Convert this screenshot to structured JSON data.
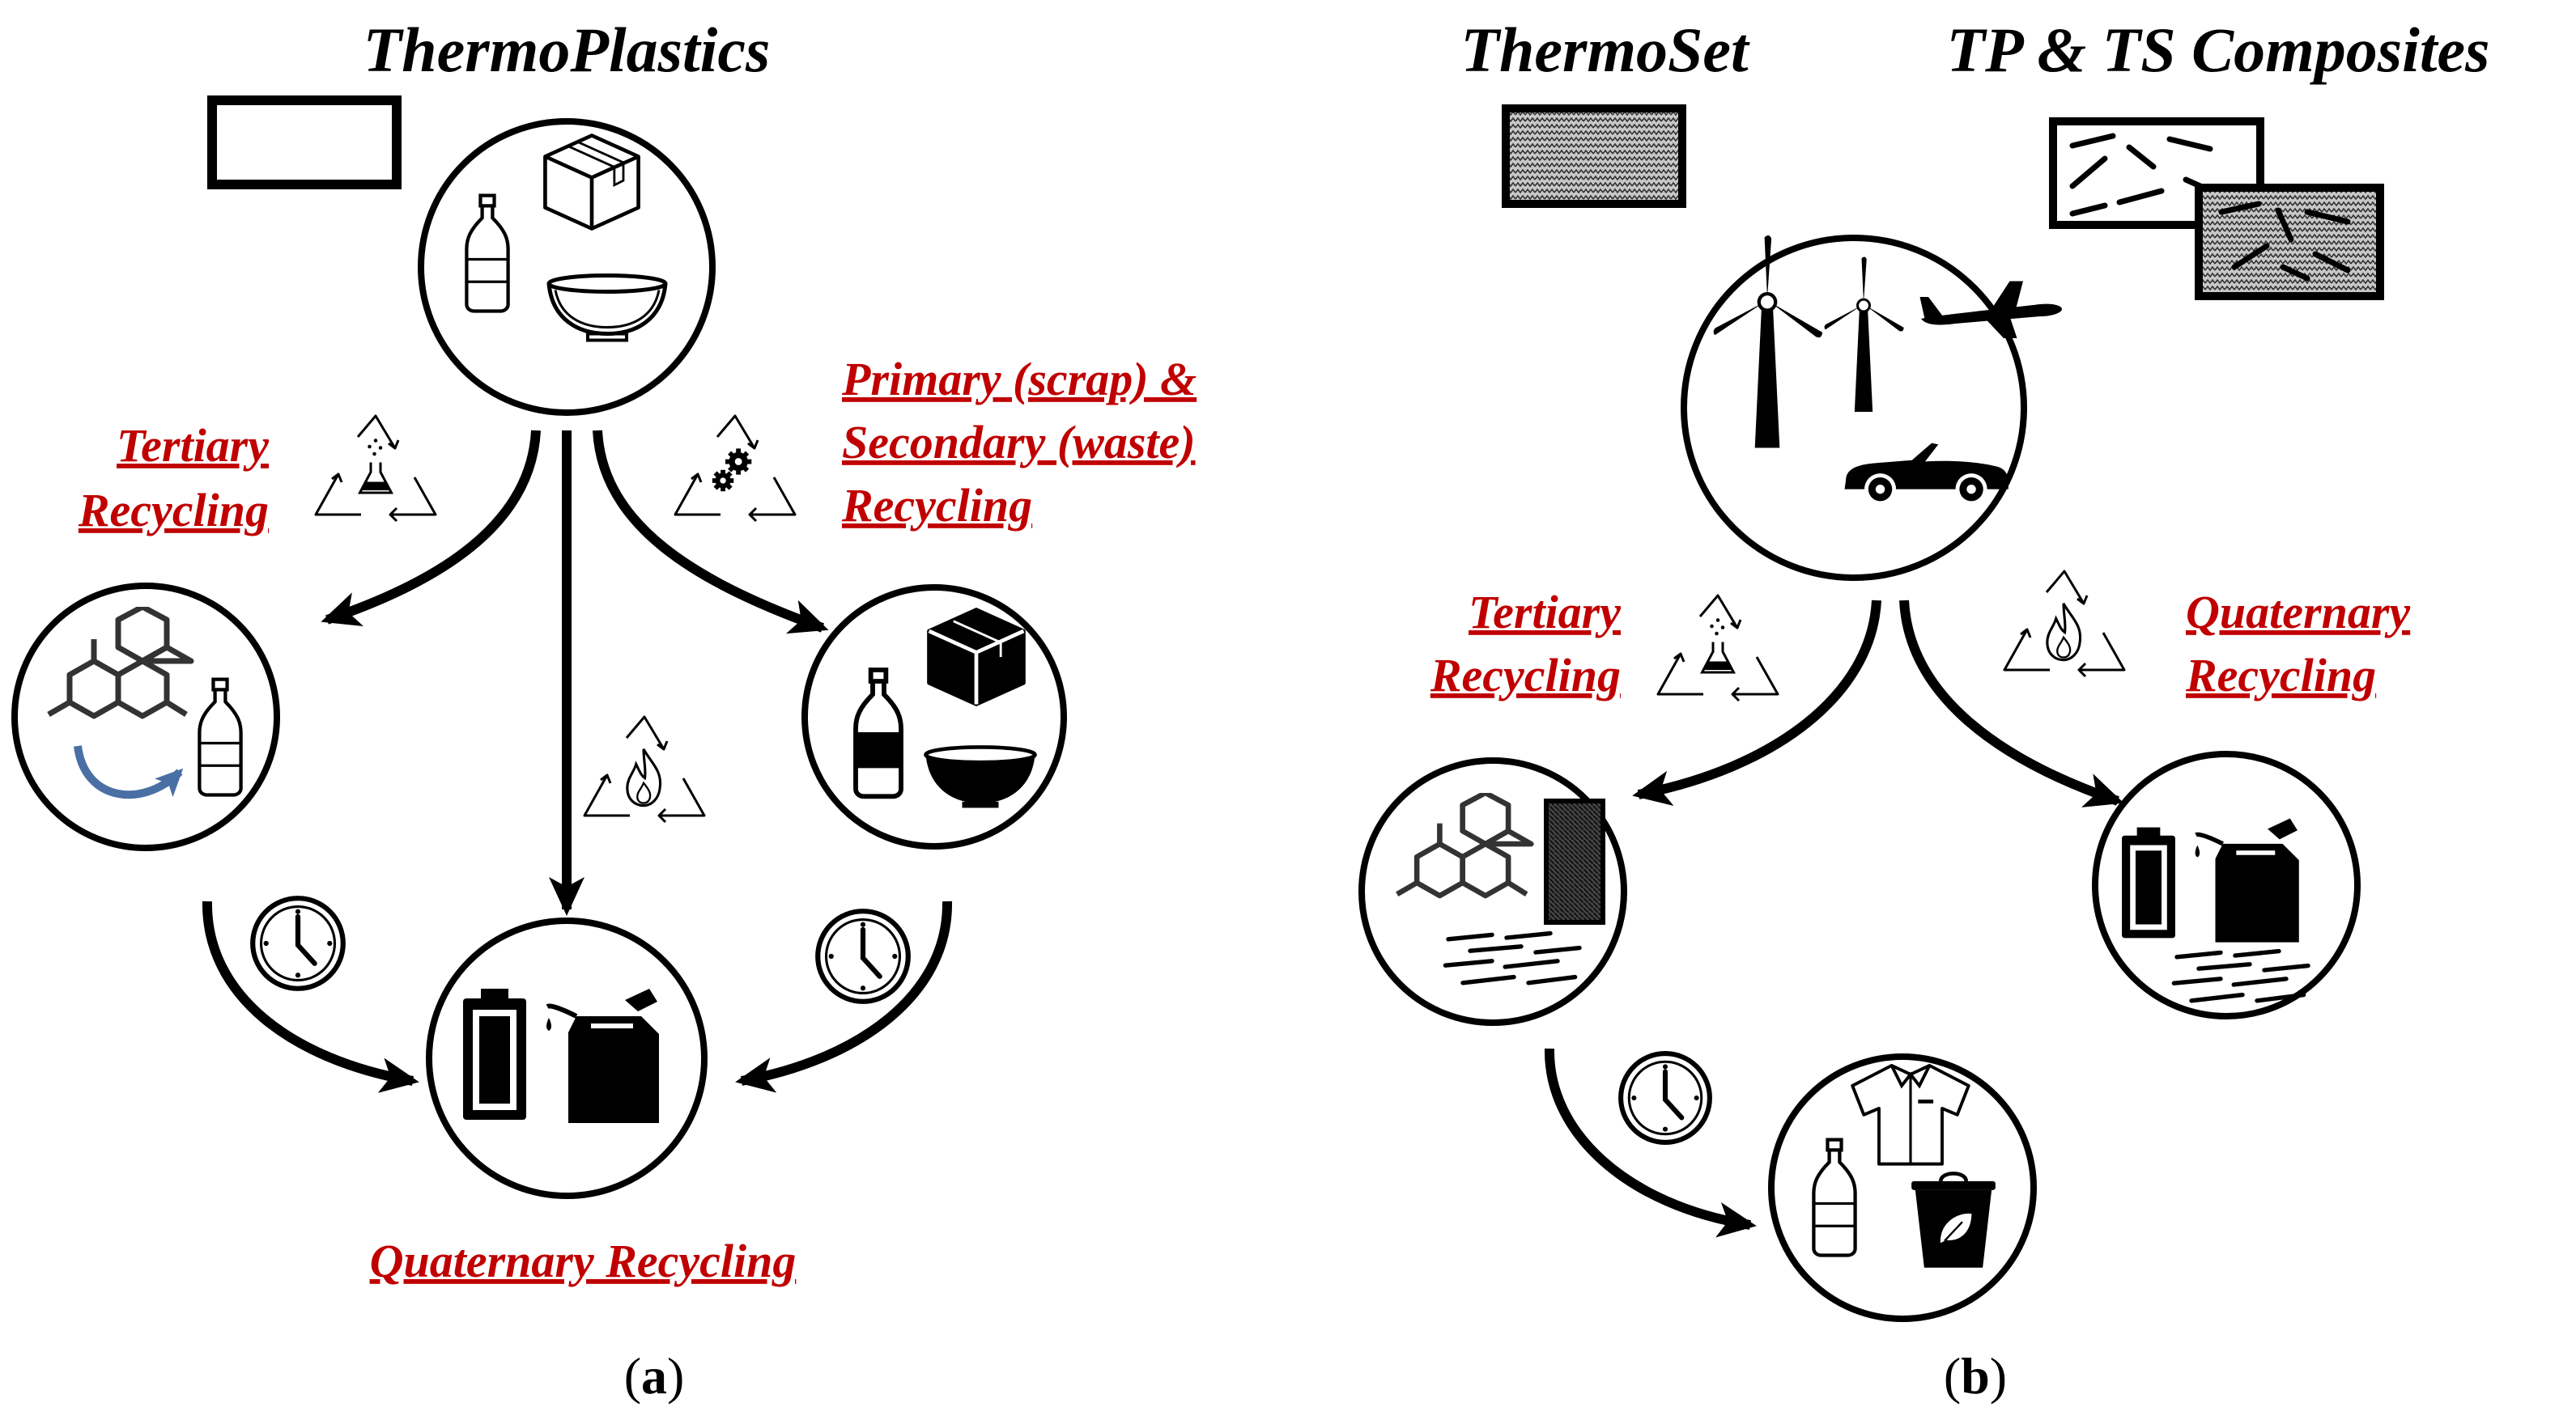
{
  "panel_a": {
    "title": "ThermoPlastics",
    "label_tertiary_1": "Tertiary",
    "label_tertiary_2": "Recycling",
    "label_primary_1": "Primary (scrap) &",
    "label_primary_2": "Secondary (waste)",
    "label_primary_3": "Recycling",
    "label_quaternary": "Quaternary Recycling",
    "caption_open": "(",
    "caption_letter": "a",
    "caption_close": ")"
  },
  "panel_b": {
    "title_thermoset": "ThermoSet",
    "title_composites": "TP & TS Composites",
    "label_tertiary_1": "Tertiary",
    "label_tertiary_2": "Recycling",
    "label_quaternary_1": "Quaternary",
    "label_quaternary_2": "Recycling",
    "caption_open": "(",
    "caption_letter": "b",
    "caption_close": ")"
  },
  "colors": {
    "accent_red": "#c00000",
    "stroke": "#000000",
    "blue_arrow": "#4a6fa5"
  },
  "icons": [
    "plastic-bottle-icon",
    "box-icon",
    "bowl-icon",
    "molecule-icon",
    "battery-icon",
    "fuel-can-icon",
    "clock-icon",
    "recycle-flask-icon",
    "recycle-gears-icon",
    "recycle-flame-icon",
    "wind-turbine-icon",
    "airplane-icon",
    "car-icon",
    "shirt-icon",
    "compost-bin-icon",
    "fiber-mat-icon",
    "fibers-icon"
  ]
}
